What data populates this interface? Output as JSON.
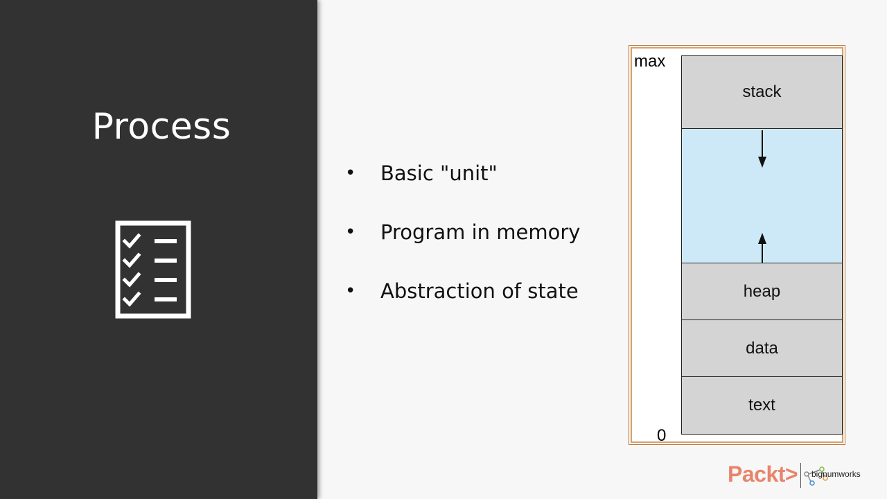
{
  "slide": {
    "title": "Process",
    "bullets": [
      {
        "text": "Basic \"unit\""
      },
      {
        "text": "Program in memory"
      },
      {
        "text": "Abstraction of state"
      }
    ],
    "bullet_symbol": "•"
  },
  "diagram": {
    "max_label": "max",
    "zero_label": "0",
    "segments": {
      "stack": "stack",
      "heap": "heap",
      "data": "data",
      "text": "text"
    }
  },
  "branding": {
    "publisher": "Packt>",
    "partner": "bignumworks"
  },
  "colors": {
    "left_panel": "#323232",
    "background": "#f7f7f7",
    "segment_fill": "#d4d4d4",
    "free_space_fill": "#cde9f8",
    "diagram_border": "#c0793a",
    "publisher_brand": "#e8846c"
  },
  "icons": {
    "checklist": "checklist-icon",
    "stack_growth": "arrow-down-icon",
    "heap_growth": "arrow-up-icon"
  }
}
